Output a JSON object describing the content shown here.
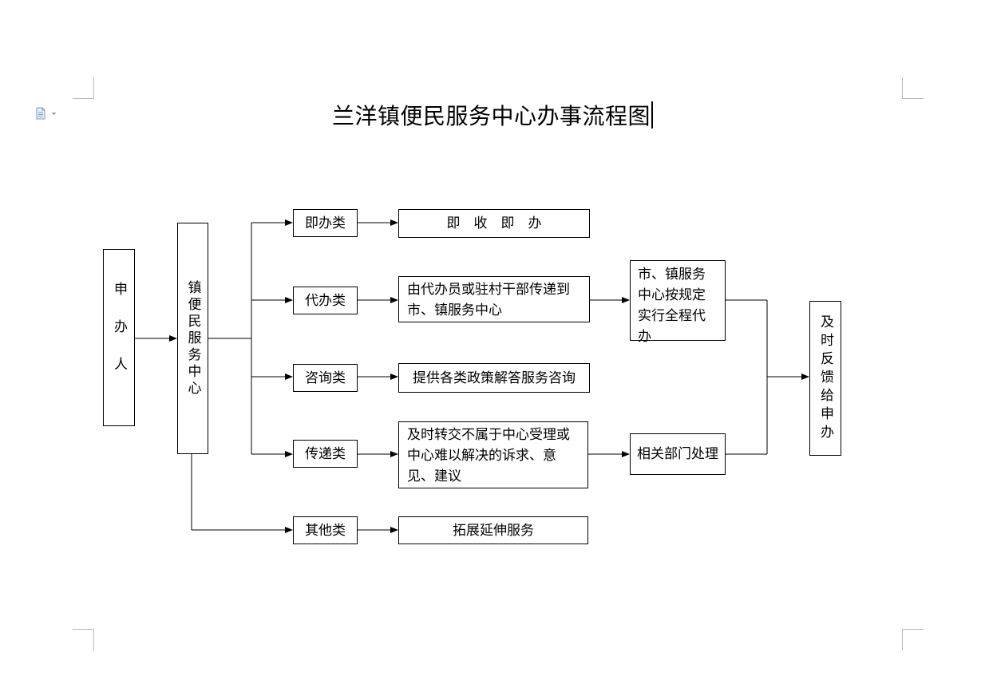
{
  "title": "兰洋镇便民服务中心办事流程图",
  "nodes": {
    "applicant": "申办人",
    "town_center": "镇便民服务中心",
    "cat_immediate": "即办类",
    "cat_proxy": "代办类",
    "cat_consult": "咨询类",
    "cat_transfer": "传递类",
    "cat_other": "其他类",
    "desc_immediate": "即　收　即　办",
    "desc_proxy": "由代办员或驻村干部传递到市、镇服务中心",
    "desc_consult": "提供各类政策解答服务咨询",
    "desc_transfer": "及时转交不属于中心受理或中心难以解决的诉求、意见、建议",
    "desc_other": "拓展延伸服务",
    "proxy_handle": "市、镇服务中心按规定实行全程代办",
    "dept_handle": "相关部门处理",
    "feedback": "及时反馈给申办"
  },
  "icons": {
    "doc_menu": "document-dropdown-icon"
  }
}
